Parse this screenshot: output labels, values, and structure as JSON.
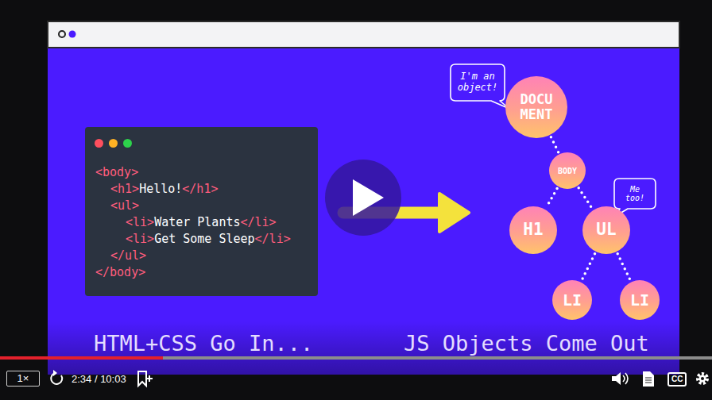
{
  "diagram": {
    "nodes": [
      {
        "text": [
          "<body>",
          "<h1>",
          "Hello!",
          "</h1>",
          "<ul>",
          "<li>",
          "Water Plants",
          "</li>",
          "<li>",
          "Get Some Sleep",
          "</li>",
          "</ul>",
          "</body>"
        ]
      },
      {
        "text": [
          "I'm an object!"
        ]
      },
      {
        "text": [
          "DOCU MENT"
        ]
      },
      {
        "text": [
          "BODY"
        ]
      },
      {
        "text": [
          "Me too!"
        ]
      },
      {
        "text": [
          "H1"
        ]
      },
      {
        "text": [
          "UL"
        ]
      },
      {
        "text": [
          "LI"
        ]
      },
      {
        "text": [
          "LI"
        ]
      }
    ],
    "edges": [
      {
        "from": 2,
        "to": 3,
        "arrow": "none"
      },
      {
        "from": 3,
        "to": 5,
        "arrow": "none"
      },
      {
        "from": 3,
        "to": 6,
        "arrow": "none"
      },
      {
        "from": 6,
        "to": 7,
        "arrow": "none"
      },
      {
        "from": 6,
        "to": 8,
        "arrow": "none"
      }
    ],
    "labels": [
      "HTML+CSS Go In...",
      "JS Objects Come Out",
      "1×",
      "2:34 / 10:03",
      "CC"
    ]
  }
}
